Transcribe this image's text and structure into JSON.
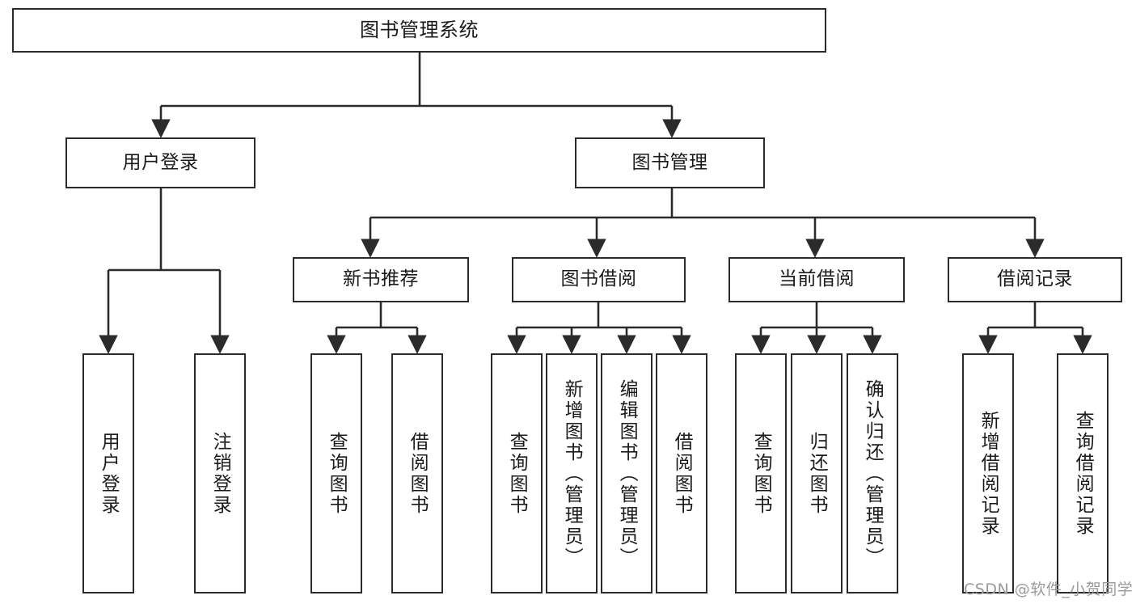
{
  "diagram": {
    "title": "图书管理系统",
    "type": "tree-hierarchy",
    "watermark": "CSDN @软件_小贺同学",
    "colors": {
      "stroke": "#2b2b2b",
      "fill": "#ffffff",
      "text": "#1b1b1b",
      "watermark": "#9a9a9a"
    },
    "root": {
      "label": "图书管理系统"
    },
    "level2": [
      {
        "label": "用户登录"
      },
      {
        "label": "图书管理"
      }
    ],
    "level3": [
      {
        "label": "新书推荐"
      },
      {
        "label": "图书借阅"
      },
      {
        "label": "当前借阅"
      },
      {
        "label": "借阅记录"
      }
    ],
    "leaves": {
      "user_login": [
        {
          "label": "用户登录"
        },
        {
          "label": "注销登录"
        }
      ],
      "new_book_recommend": [
        {
          "label": "查询图书"
        },
        {
          "label": "借阅图书"
        }
      ],
      "book_borrow": [
        {
          "label": "查询图书"
        },
        {
          "label": "新增图书（管理员）"
        },
        {
          "label": "编辑图书（管理员）"
        },
        {
          "label": "借阅图书"
        }
      ],
      "current_borrow": [
        {
          "label": "查询图书"
        },
        {
          "label": "归还图书"
        },
        {
          "label": "确认归还（管理员）"
        }
      ],
      "borrow_record": [
        {
          "label": "新增借阅记录"
        },
        {
          "label": "查询借阅记录"
        }
      ]
    }
  }
}
